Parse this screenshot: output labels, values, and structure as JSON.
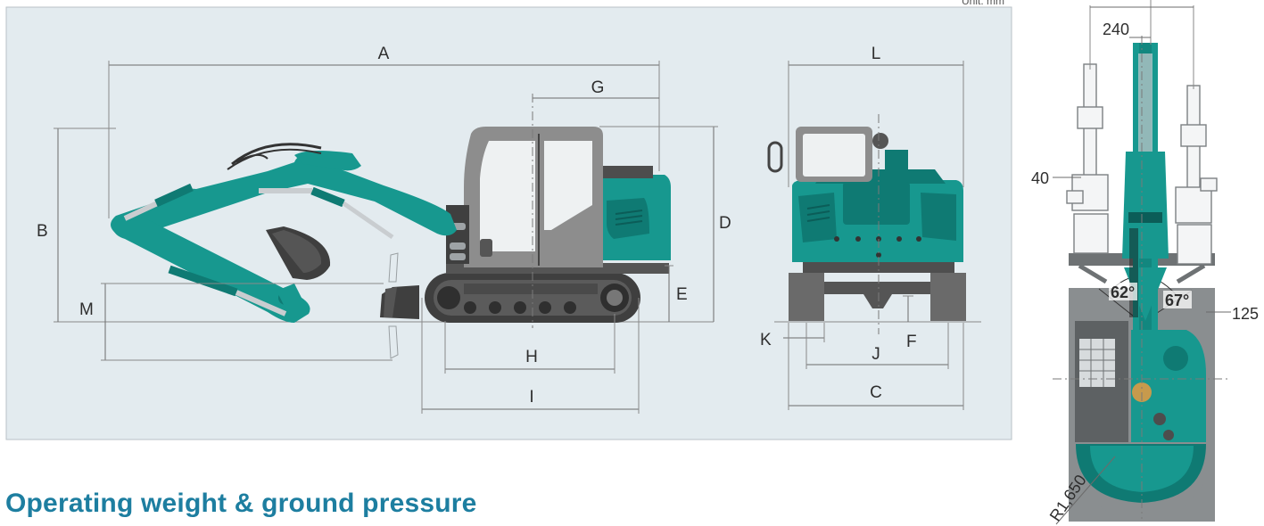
{
  "unit_label": "Unit: mm",
  "side_view": {
    "labels": {
      "A": "A",
      "B": "B",
      "D": "D",
      "E": "E",
      "G": "G",
      "H": "H",
      "I": "I",
      "M": "M"
    }
  },
  "rear_view": {
    "labels": {
      "L": "L",
      "K": "K",
      "J": "J",
      "F": "F",
      "C": "C"
    }
  },
  "top_view": {
    "dims": {
      "offset_240": "240",
      "offset_40": "40",
      "offset_125": "125",
      "swing_left_angle": "62°",
      "swing_right_angle": "67°",
      "tail_radius": "R1,650"
    }
  },
  "section": {
    "heading": "Operating weight & ground pressure"
  },
  "colors": {
    "panel_bg": "#e3ebef",
    "machine_teal": "#17988f",
    "heading_blue": "#1d7ea0"
  }
}
